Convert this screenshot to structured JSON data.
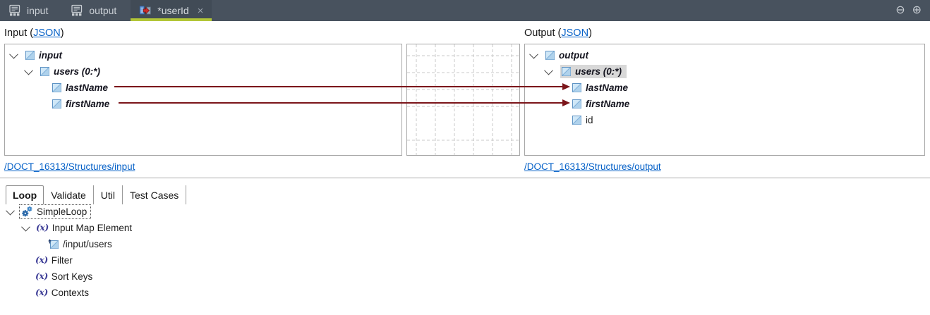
{
  "window": {
    "tabs": [
      {
        "label": "input",
        "active": false
      },
      {
        "label": "output",
        "active": false
      },
      {
        "label": "*userId",
        "active": true
      }
    ],
    "close_glyph": "×",
    "minimize_glyph": "⊖",
    "maximize_glyph": "⊕"
  },
  "input_section": {
    "title_prefix": "Input (",
    "format_link": "JSON",
    "title_suffix": ")",
    "tree": [
      {
        "label": "input"
      },
      {
        "label": "users (0:*)"
      },
      {
        "label": "lastName"
      },
      {
        "label": "firstName"
      }
    ],
    "path": "/DOCT_16313/Structures/input"
  },
  "output_section": {
    "title_prefix": "Output (",
    "format_link": "JSON",
    "title_suffix": ")",
    "tree": [
      {
        "label": "output"
      },
      {
        "label": "users (0:*)",
        "selected": true
      },
      {
        "label": "lastName"
      },
      {
        "label": "firstName"
      },
      {
        "label": "id"
      }
    ],
    "path": "/DOCT_16313/Structures/output"
  },
  "mappings": [
    {
      "from": "lastName",
      "to": "lastName"
    },
    {
      "from": "firstName",
      "to": "firstName"
    }
  ],
  "bottom_panel": {
    "tabs": [
      {
        "label": "Loop",
        "active": true
      },
      {
        "label": "Validate",
        "active": false
      },
      {
        "label": "Util",
        "active": false
      },
      {
        "label": "Test Cases",
        "active": false
      }
    ],
    "tree": [
      {
        "label": "SimpleLoop"
      },
      {
        "label": "Input Map Element"
      },
      {
        "label": "/input/users"
      },
      {
        "label": "Filter"
      },
      {
        "label": "Sort Keys"
      },
      {
        "label": "Contexts"
      }
    ]
  },
  "icons": {
    "fx_glyph": "(x)"
  },
  "colors": {
    "tabbar_bg": "#48525E",
    "tab_accent": "#B2C637",
    "mapping_line": "#7B151A",
    "link": "#0762C8",
    "selection_bg": "#D8D8D8"
  }
}
